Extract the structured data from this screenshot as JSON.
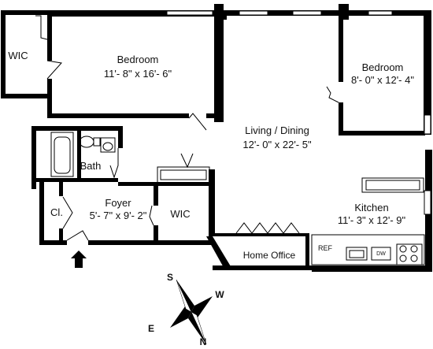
{
  "floorplan": {
    "rooms": [
      {
        "id": "wic-top",
        "name": "WIC",
        "dims": ""
      },
      {
        "id": "bedroom-main",
        "name": "Bedroom",
        "dims": "11'- 8\" x 16'- 6\""
      },
      {
        "id": "bedroom-second",
        "name": "Bedroom",
        "dims": "8'- 0\" x 12'- 4\""
      },
      {
        "id": "living-dining",
        "name": "Living / Dining",
        "dims": "12'- 0\" x 22'- 5\""
      },
      {
        "id": "bath",
        "name": "Bath",
        "dims": ""
      },
      {
        "id": "foyer",
        "name": "Foyer",
        "dims": "5'- 7\" x 9'- 2\""
      },
      {
        "id": "closet",
        "name": "Cl.",
        "dims": ""
      },
      {
        "id": "wic-foyer",
        "name": "WIC",
        "dims": ""
      },
      {
        "id": "kitchen",
        "name": "Kitchen",
        "dims": "11'- 3\" x 12'- 9\""
      },
      {
        "id": "home-office",
        "name": "Home Office",
        "dims": ""
      }
    ],
    "appliances": {
      "ref": "REF",
      "dw": "DW"
    }
  },
  "compass": {
    "s": "S",
    "w": "W",
    "e": "E",
    "n": "N"
  }
}
